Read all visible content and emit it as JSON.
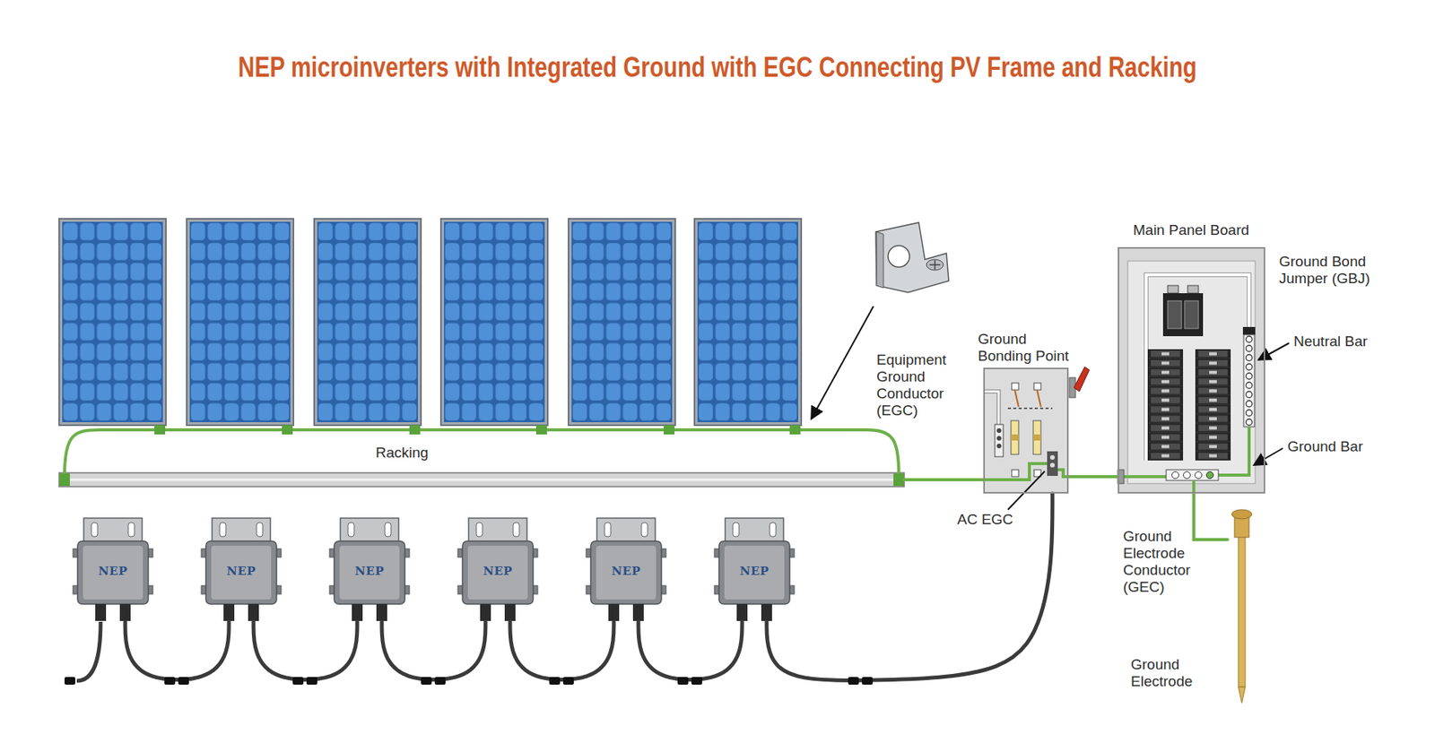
{
  "diagram": {
    "title": "NEP microinverters with Integrated Ground with EGC Connecting PV Frame and Racking",
    "nodes": [
      {
        "text": [
          "Racking"
        ]
      },
      {
        "text": [
          "NEP"
        ]
      },
      {
        "text": [
          "NEP"
        ]
      },
      {
        "text": [
          "NEP"
        ]
      },
      {
        "text": [
          "NEP"
        ]
      },
      {
        "text": [
          "NEP"
        ]
      },
      {
        "text": [
          "NEP"
        ]
      },
      {
        "text": [
          "Ground Bonding Point"
        ]
      },
      {
        "text": [
          "Main Panel Board"
        ]
      },
      {
        "text": [
          "Ground Electrode"
        ]
      }
    ],
    "edges": [
      {
        "from": 0,
        "to": 7,
        "arrow": "none"
      },
      {
        "from": 7,
        "to": 8,
        "arrow": "none"
      },
      {
        "from": 8,
        "to": 9,
        "arrow": "none"
      },
      {
        "from": 1,
        "to": 2,
        "arrow": "none"
      },
      {
        "from": 2,
        "to": 3,
        "arrow": "none"
      },
      {
        "from": 3,
        "to": 4,
        "arrow": "none"
      },
      {
        "from": 4,
        "to": 5,
        "arrow": "none"
      },
      {
        "from": 5,
        "to": 6,
        "arrow": "none"
      },
      {
        "from": 6,
        "to": 7,
        "arrow": "none"
      }
    ],
    "labels": [
      "Equipment Ground Conductor (EGC)",
      "Ground Bond Jumper (GBJ)",
      "Neutral Bar",
      "Ground Bar",
      "AC EGC",
      "Ground Electrode Conductor (GEC)"
    ]
  }
}
